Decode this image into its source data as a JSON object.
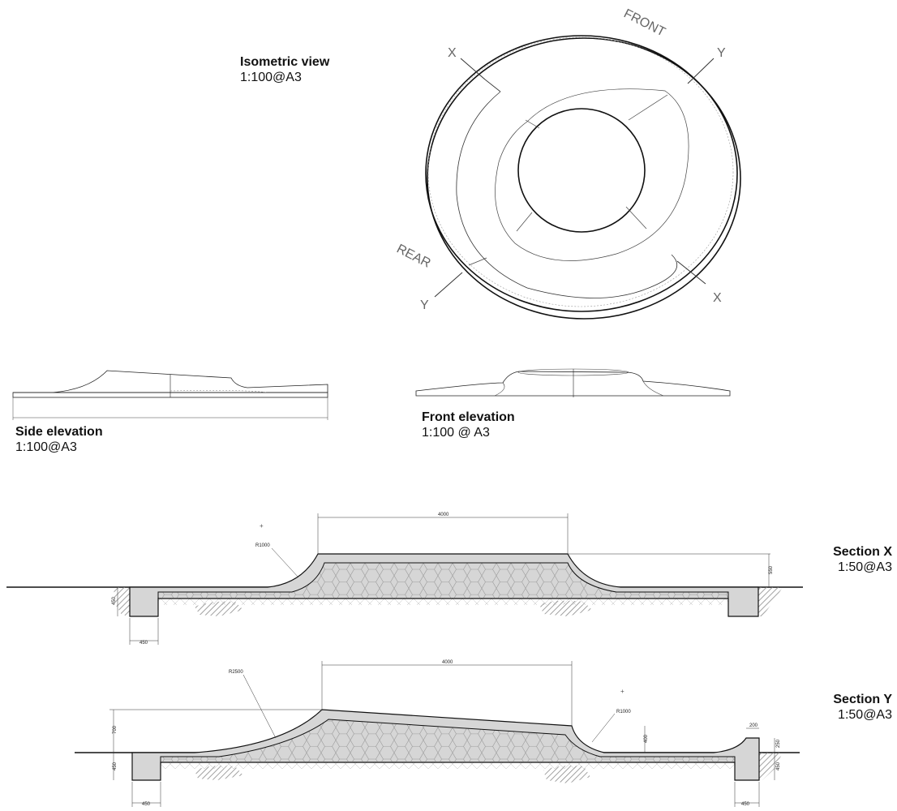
{
  "views": {
    "isometric": {
      "title": "Isometric view",
      "scale": "1:100@A3"
    },
    "side": {
      "title": "Side elevation",
      "scale": "1:100@A3"
    },
    "front": {
      "title": "Front elevation",
      "scale": "1:100 @ A3"
    },
    "section_x": {
      "title": "Section X",
      "scale": "1:50@A3"
    },
    "section_y": {
      "title": "Section Y",
      "scale": "1:50@A3"
    }
  },
  "orientation": {
    "front": "FRONT",
    "rear": "REAR"
  },
  "section_marks": {
    "x": "X",
    "y": "Y"
  },
  "dimensions": {
    "sx_top": "4000",
    "sx_radius": "R1000",
    "sx_height": "550",
    "sx_footing_depth": "450",
    "sx_footing_width": "450",
    "sy_top": "4000",
    "sy_radius_left": "R2500",
    "sy_radius_right": "R1000",
    "sy_height": "700",
    "sy_step": "400",
    "sy_footing_depth": "450",
    "sy_footing_width_left": "450",
    "sy_footing_width_right": "450",
    "sy_curb_width": "200",
    "sy_curb_height": "250",
    "sy_curb_depth": "450"
  }
}
